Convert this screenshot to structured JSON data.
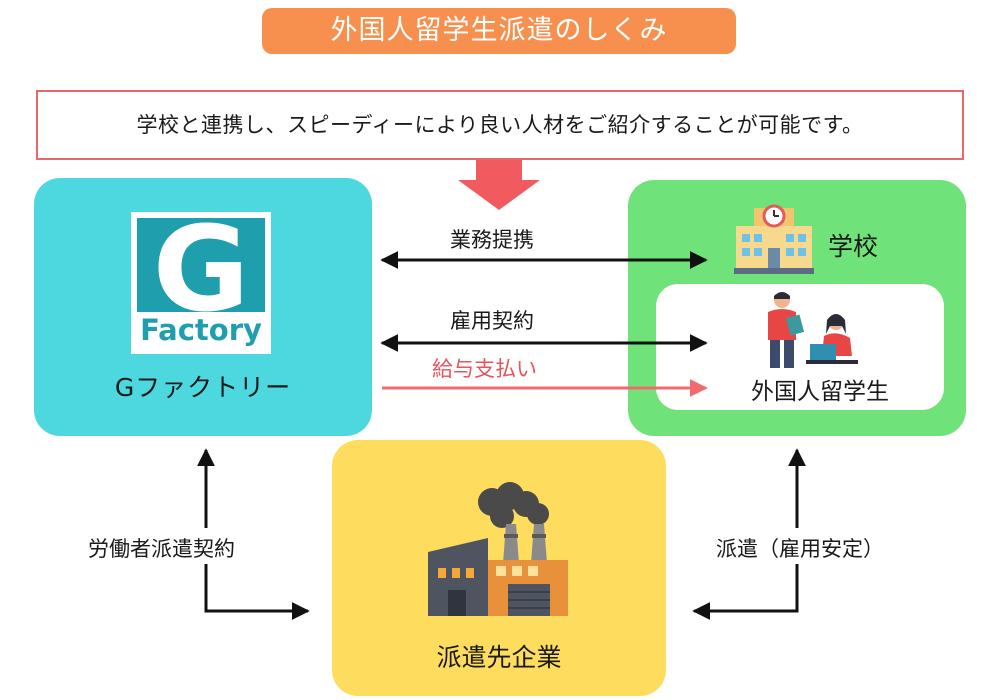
{
  "title": "外国人留学生派遣のしくみ",
  "intro": "学校と連携し、スピーディーにより良い人材をご紹介することが可能です。",
  "nodes": {
    "gfactory": {
      "label": "Gファクトリー",
      "logo_text": "Factory",
      "logo_letter": "G",
      "icon": "gfactory-logo"
    },
    "school": {
      "label": "学校",
      "icon": "school-building-icon"
    },
    "students": {
      "label": "外国人留学生",
      "icon": "students-icon"
    },
    "client": {
      "label": "派遣先企業",
      "icon": "factory-icon"
    }
  },
  "edges": {
    "business": "業務提携",
    "employment": "雇用契約",
    "salary": "給与支払い",
    "labor_dispatch": "労働者派遣契約",
    "dispatch": "派遣（雇用安定）"
  },
  "colors": {
    "title_bg": "#f7904f",
    "intro_border": "#e8686b",
    "down_arrow": "#f15a5f",
    "gfactory_panel": "#4dd7de",
    "school_panel": "#6fe27a",
    "client_panel": "#fedd5e",
    "salary": "#e8545a"
  }
}
